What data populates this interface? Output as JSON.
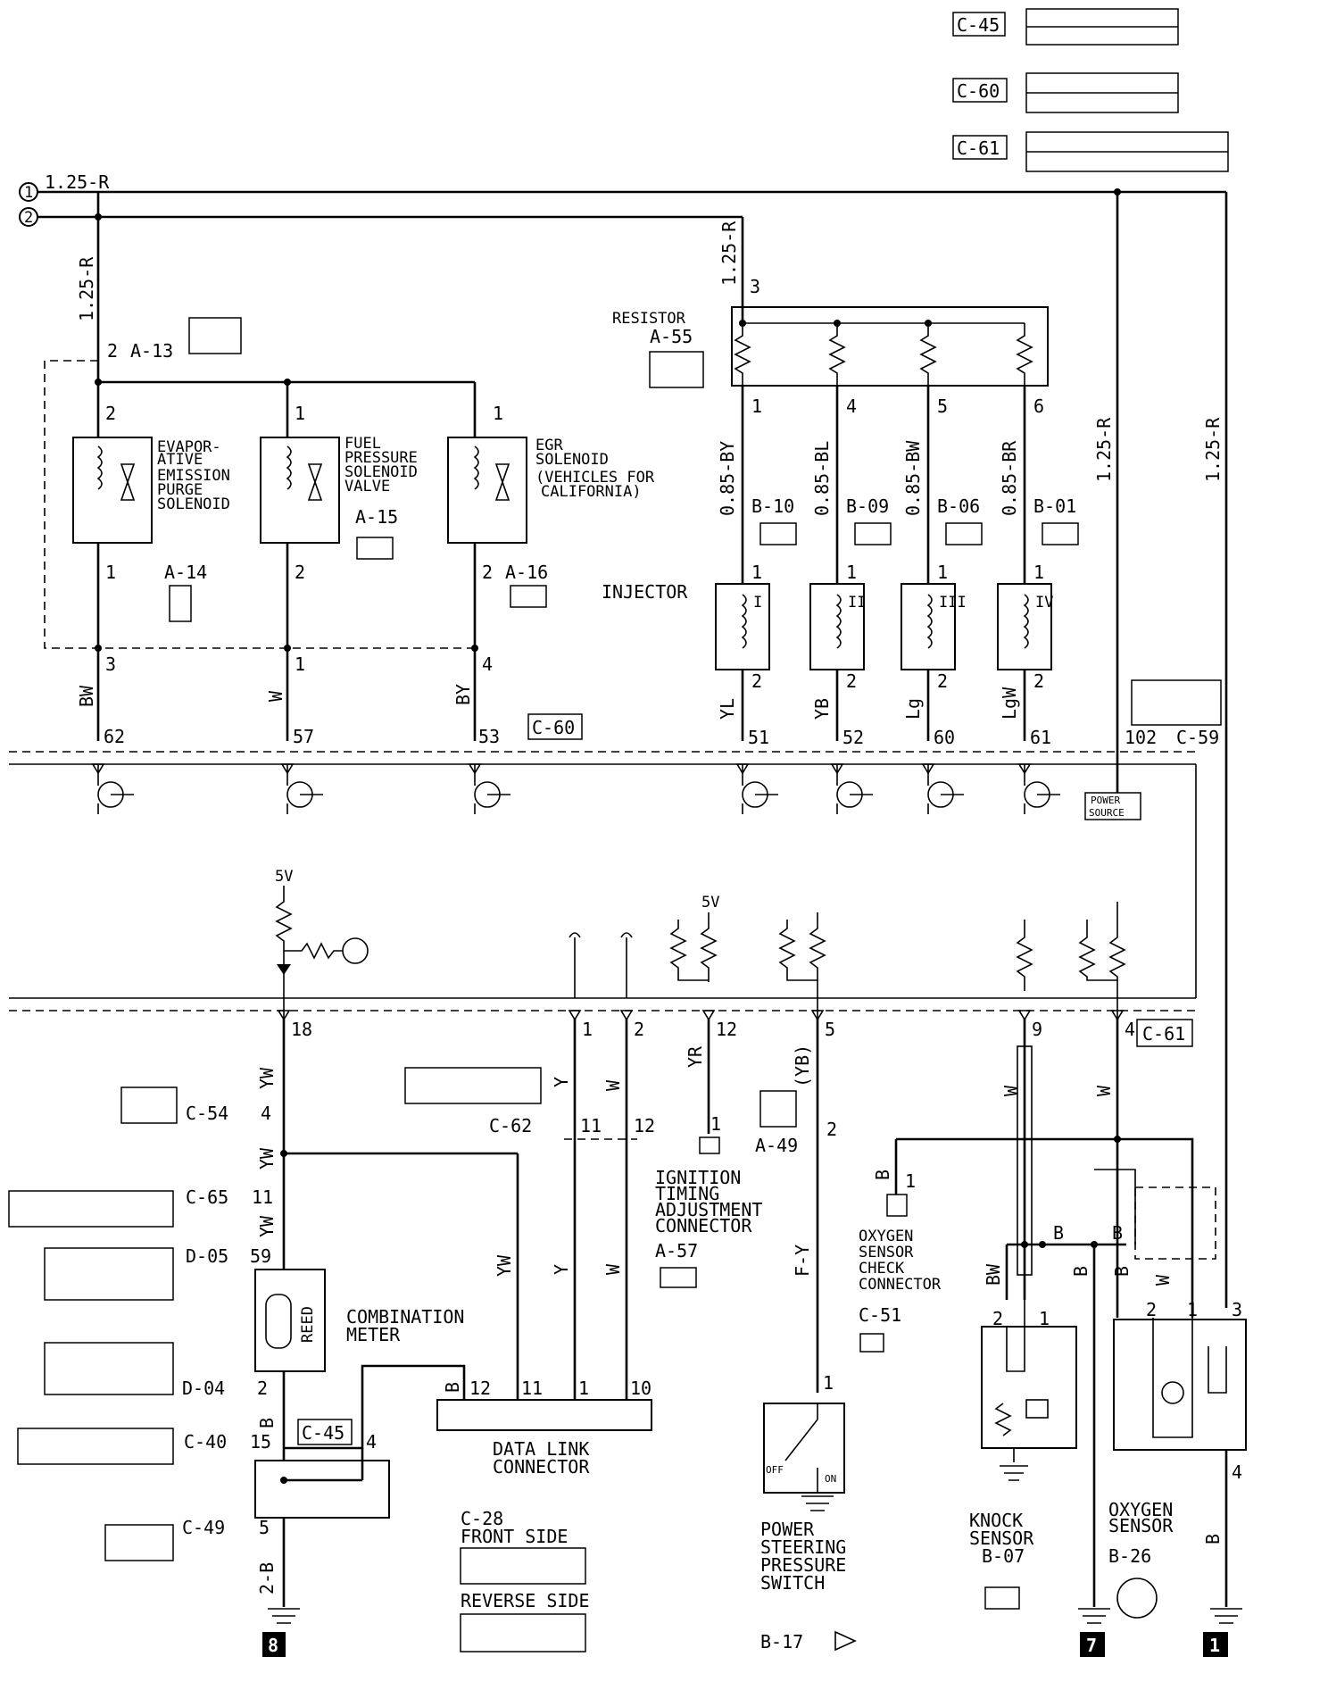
{
  "header_connectors": [
    {
      "label": "C-45"
    },
    {
      "label": "C-60"
    },
    {
      "label": "C-61"
    }
  ],
  "buses": {
    "bus1_symbol": "1",
    "bus2_symbol": "2",
    "bus_wire": "1.25-R",
    "wire_a13": "1.25-R",
    "wire_resistor_feed": "1.25-R",
    "wire_power_source": "1.25-R",
    "wire_oxygen_heater": "1.25-R"
  },
  "solenoids": {
    "a13_pin": "2",
    "a13_label": "A-13",
    "evap": {
      "name_lines": [
        "EVAPOR-",
        "ATIVE",
        "EMISSION",
        "PURGE",
        "SOLENOID"
      ],
      "pin_top": "2",
      "pin_bottom": "1",
      "junction_pin": "3",
      "wire": "BW",
      "ecu_pin": "62"
    },
    "fuel": {
      "name_lines": [
        "FUEL",
        "PRESSURE",
        "SOLENOID",
        "VALVE"
      ],
      "pin_top": "1",
      "pin_bottom": "2",
      "junction_pin": "1",
      "wire": "W",
      "ecu_pin": "57",
      "connector": "A-15"
    },
    "egr": {
      "name_lines": [
        "EGR",
        "SOLENOID",
        "(VEHICLES FOR",
        "CALIFORNIA)"
      ],
      "pin_top": "1",
      "pin_bottom": "2",
      "junction_pin": "4",
      "wire": "BY",
      "ecu_pin": "53",
      "connector": "A-16"
    },
    "a14_label": "A-14",
    "c60_label": "C-60"
  },
  "resistor": {
    "name": "RESISTOR",
    "connector": "A-55",
    "in_pin": "3",
    "outputs": [
      {
        "pin": "1",
        "wire": "0.85-BY",
        "connector": "B-10"
      },
      {
        "pin": "4",
        "wire": "0.85-BL",
        "connector": "B-09"
      },
      {
        "pin": "5",
        "wire": "0.85-BW",
        "connector": "B-06"
      },
      {
        "pin": "6",
        "wire": "0.85-BR",
        "connector": "B-01"
      }
    ]
  },
  "injectors": {
    "label": "INJECTOR",
    "items": [
      {
        "roman": "I",
        "pin_top": "1",
        "pin_bottom": "2",
        "wire": "YL",
        "ecu_pin": "51"
      },
      {
        "roman": "II",
        "pin_top": "1",
        "pin_bottom": "2",
        "wire": "YB",
        "ecu_pin": "52"
      },
      {
        "roman": "III",
        "pin_top": "1",
        "pin_bottom": "2",
        "wire": "Lg",
        "ecu_pin": "60"
      },
      {
        "roman": "IV",
        "pin_top": "1",
        "pin_bottom": "2",
        "wire": "LgW",
        "ecu_pin": "61"
      }
    ]
  },
  "ecu": {
    "power_pin": "102",
    "upper_connector": "C-59",
    "power_source_lines": [
      "POWER",
      "SOURCE"
    ],
    "five_v": "5V",
    "five_v_2": "5V",
    "lower_pins": [
      "18",
      "1",
      "2",
      "12",
      "5",
      "9",
      "4"
    ],
    "lower_connector": "C-61"
  },
  "lower": {
    "speed_wire_1": "YW",
    "speed_wire_2": "YW",
    "speed_wire_3": "YW",
    "speed_wire_4": "YW",
    "c54_label": "C-54",
    "c54_pin": "4",
    "c65_label": "C-65",
    "c65_pin": "11",
    "d05_label": "D-05",
    "d05_pin": "59",
    "d04_label": "D-04",
    "d04_pin": "2",
    "c40_label": "C-40",
    "c40_pin": "15",
    "c49_label": "C-49",
    "c49_pin": "5",
    "reed_label": "REED",
    "combination_meter_lines": [
      "COMBINATION",
      "METER"
    ],
    "meter_out_wire": "B",
    "c45_label": "C-45",
    "c45_pin": "4",
    "ground_wire": "2-B",
    "ground_ref": "8",
    "c62_label": "C-62",
    "wire_y1": "Y",
    "wire_w1": "W",
    "pin_11": "11",
    "pin_12": "12",
    "wire_y2": "Y",
    "wire_w2": "W",
    "wire_b_dlc": "B",
    "dlc_pins": [
      "12",
      "11",
      "1",
      "10"
    ],
    "dlc_label_lines": [
      "DATA LINK",
      "CONNECTOR"
    ],
    "c28_lines": [
      "C-28",
      "FRONT SIDE"
    ],
    "reverse_side": "REVERSE SIDE",
    "itac_wire": "YR",
    "itac_pin": "1",
    "itac_lines": [
      "IGNITION",
      "TIMING",
      "ADJUSTMENT",
      "CONNECTOR"
    ],
    "itac_connector": "A-57",
    "a49_label": "A-49",
    "a49_pin": "2",
    "ps_wire_top": "(YB)",
    "ps_wire": "F-Y",
    "ps_pin": "1",
    "ps_off": "OFF",
    "ps_on": "ON",
    "ps_lines": [
      "POWER",
      "STEERING",
      "PRESSURE",
      "SWITCH"
    ],
    "ps_connector": "B-17",
    "knock_wire": "W",
    "oxy_wire": "W",
    "oxy_check_wire": "B",
    "oxy_check_pin": "1",
    "oxy_check_lines": [
      "OXYGEN",
      "SENSOR",
      "CHECK",
      "CONNECTOR"
    ],
    "oxy_check_connector": "C-51",
    "shield_wire": "B",
    "shield_wire_2": "B",
    "knock_bw": "BW",
    "knock_w2": "W",
    "knock_pins": [
      "2",
      "1"
    ],
    "knock_lines": [
      "KNOCK",
      "SENSOR"
    ],
    "knock_connector": "B-07",
    "ground_b": "B",
    "ground_ref_7": "7",
    "oxy_b": "B",
    "oxy_w": "W",
    "oxy_pins": [
      "2",
      "1",
      "3",
      "4"
    ],
    "oxy_lines": [
      "OXYGEN",
      "SENSOR"
    ],
    "oxy_connector": "B-26",
    "oxy_ground_wire": "B",
    "ground_ref_1": "1"
  }
}
